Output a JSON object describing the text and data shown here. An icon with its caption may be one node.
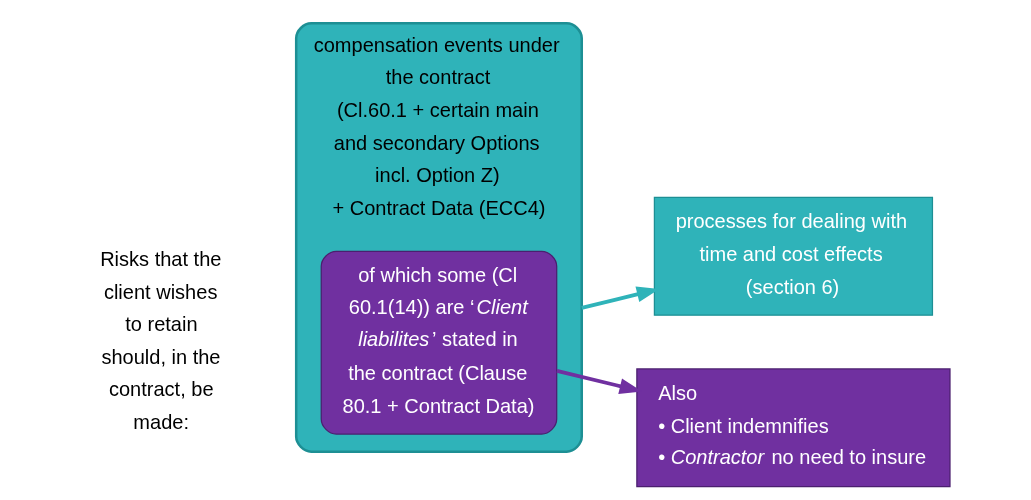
{
  "diagram": {
    "nodes": [
      {
        "text": [
          "compensation events under the contract",
          "(Cl.60.1 + certain main and secondary Options incl. Option Z)",
          "+ Contract Data (ECC4)"
        ]
      },
      {
        "text": [
          "of which some (Cl 60.1(14)) are ‘*Client liabilites*’ stated in the contract (Clause 80.1 + Contract Data)"
        ],
        "in": 0
      },
      {
        "text": [
          "processes for dealing with time and cost effects (section 6)"
        ]
      },
      {
        "text": [
          "Also",
          "• Client indemnifies",
          "• *Contractor* no need to insure"
        ]
      }
    ],
    "edges": [
      {
        "from": 0,
        "to": 2,
        "arrow": "to"
      },
      {
        "from": 1,
        "to": 3,
        "arrow": "to",
        "color": "#7030a0"
      }
    ],
    "labels": [
      "Risks that the client wishes to retain should, in the contract, be made:"
    ]
  }
}
